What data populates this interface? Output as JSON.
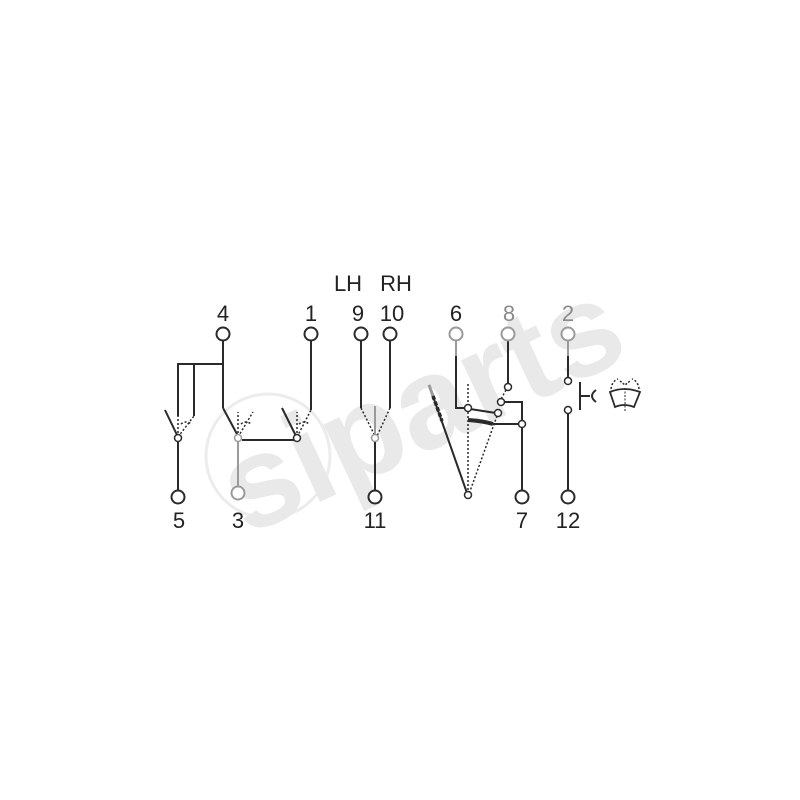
{
  "diagram": {
    "type": "switch-wiring-schematic",
    "header_labels": {
      "lh": "LH",
      "rh": "RH"
    },
    "terminals_top": [
      {
        "id": "4",
        "label": "4",
        "color": "#222222"
      },
      {
        "id": "1",
        "label": "1",
        "color": "#222222"
      },
      {
        "id": "9",
        "label": "9",
        "color": "#222222"
      },
      {
        "id": "10",
        "label": "10",
        "color": "#222222"
      },
      {
        "id": "6",
        "label": "6",
        "color": "#222222"
      },
      {
        "id": "8",
        "label": "8",
        "color": "#8a8a8a"
      },
      {
        "id": "2",
        "label": "2",
        "color": "#8a8a8a"
      }
    ],
    "terminals_bottom": [
      {
        "id": "5",
        "label": "5",
        "color": "#222222"
      },
      {
        "id": "3",
        "label": "3",
        "color": "#222222"
      },
      {
        "id": "11",
        "label": "11",
        "color": "#222222"
      },
      {
        "id": "7",
        "label": "7",
        "color": "#222222"
      },
      {
        "id": "12",
        "label": "12",
        "color": "#222222"
      }
    ],
    "symbols": [
      {
        "name": "switch-group-4-1-5-3",
        "description": "three pivoting switch contacts with dotted swing arcs"
      },
      {
        "name": "changeover-switch-9-10-11",
        "description": "LH/RH changeover contact to common 11"
      },
      {
        "name": "lever-switch-6-8-7",
        "description": "multi-position lever switch"
      },
      {
        "name": "pushbutton-2-12",
        "description": "momentary push-button contact"
      },
      {
        "name": "windscreen-washer-icon",
        "description": "washer/wiper symbol"
      }
    ],
    "watermark": "siparts",
    "colors": {
      "line": "#2a2a2a",
      "line_grey": "#9a9a9a",
      "background": "#ffffff",
      "watermark": "#e9e9e9"
    }
  }
}
